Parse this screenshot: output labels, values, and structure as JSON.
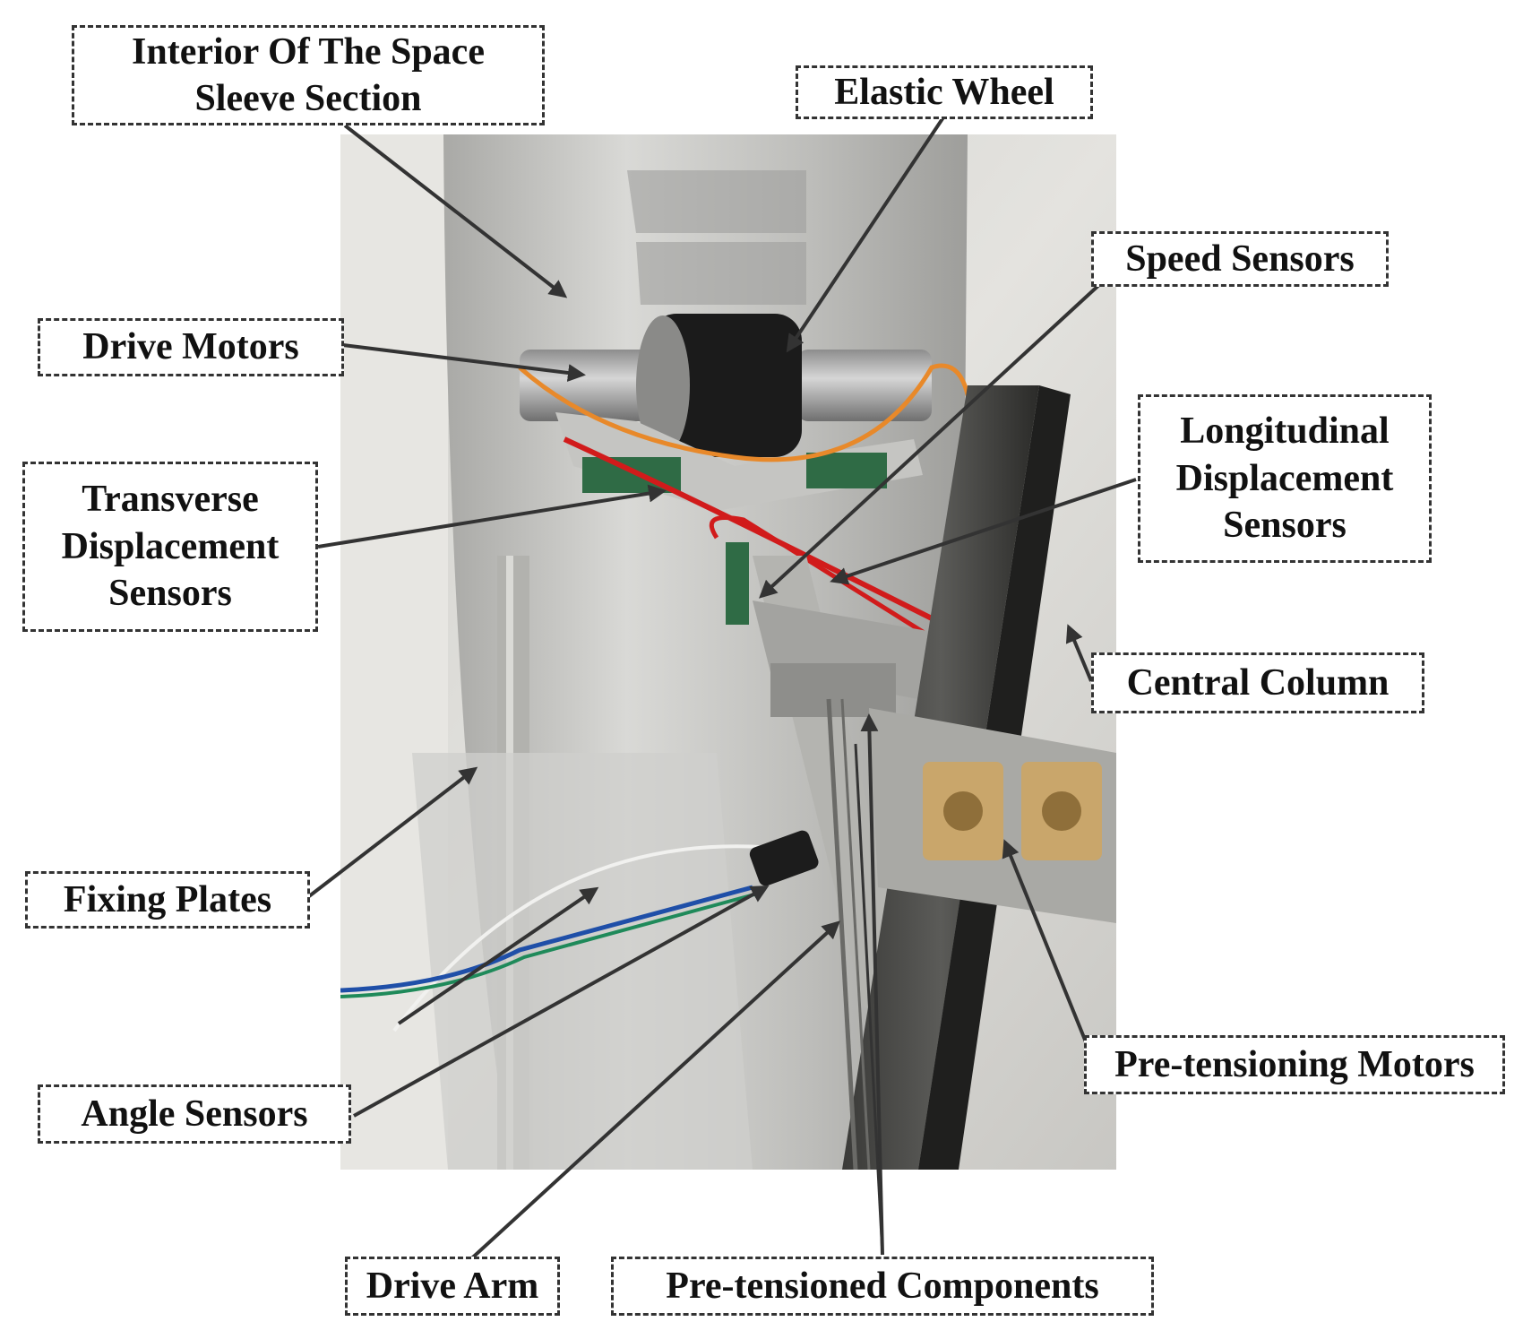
{
  "labels": {
    "interior": {
      "lines": [
        "Interior Of The Space",
        "Sleeve Section"
      ]
    },
    "elastic_wheel": {
      "lines": [
        "Elastic Wheel"
      ]
    },
    "speed_sensors": {
      "lines": [
        "Speed Sensors"
      ]
    },
    "drive_motors": {
      "lines": [
        "Drive Motors"
      ]
    },
    "longitudinal": {
      "lines": [
        "Longitudinal",
        "Displacement",
        "Sensors"
      ]
    },
    "transverse": {
      "lines": [
        "Transverse",
        "Displacement",
        "Sensors"
      ]
    },
    "central_column": {
      "lines": [
        "Central Column"
      ]
    },
    "fixing_plates": {
      "lines": [
        "Fixing Plates"
      ]
    },
    "pretensioning_motors": {
      "lines": [
        "Pre-tensioning Motors"
      ]
    },
    "angle_sensors": {
      "lines": [
        "Angle Sensors"
      ]
    },
    "drive_arm": {
      "lines": [
        "Drive Arm"
      ]
    },
    "pretensioned": {
      "lines": [
        "Pre-tensioned Components"
      ]
    }
  },
  "colors": {
    "arrow": "#333333",
    "label_border": "#333333",
    "photo_wall": "#d9d8d4",
    "metal": "#b9b9b5",
    "black_part": "#1c1c1c",
    "wire_orange": "#e8892a",
    "wire_red": "#d11b1b",
    "pcb_green": "#2f6b45",
    "brass": "#c9a66b"
  }
}
